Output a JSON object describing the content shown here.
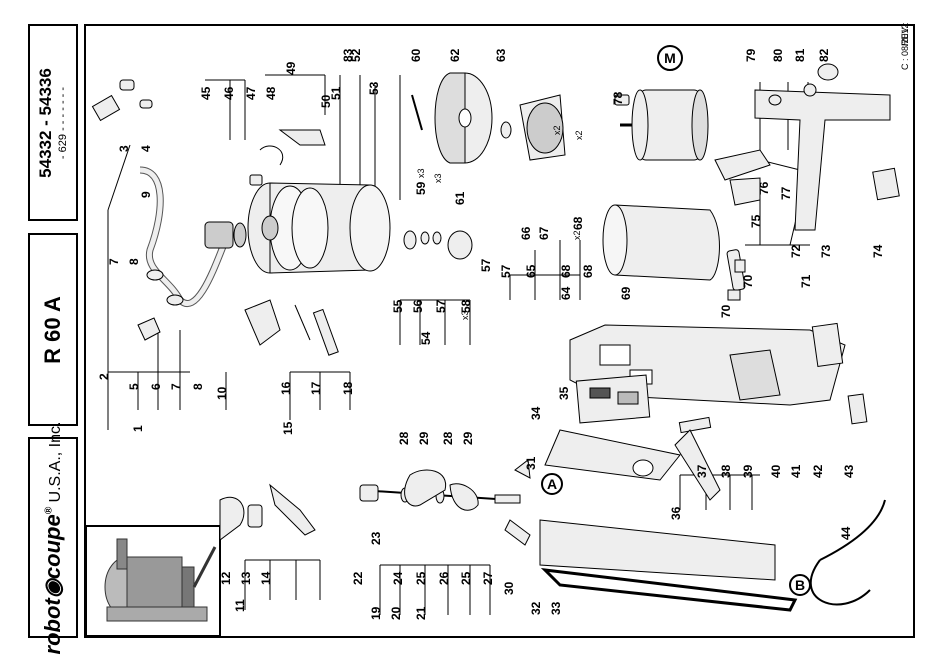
{
  "title_block": {
    "model_numbers": "54332 - 54336",
    "model_sub": "- 629 - - - - -   - -",
    "model_name": "R 60 A",
    "brand_name": "robot",
    "brand_name2": "coupe",
    "brand_suffix": "U.S.A., Inc."
  },
  "footer": {
    "date": "C : 08/2012",
    "rev": "REV :"
  },
  "callouts": {
    "A": "A",
    "B": "B",
    "M": "M"
  },
  "part_labels": {
    "p1": "1",
    "p2": "2",
    "p3": "3",
    "p4": "4",
    "p5": "5",
    "p6": "6",
    "p7a": "7",
    "p7b": "7",
    "p8a": "8",
    "p8b": "8",
    "p9": "9",
    "p10": "10",
    "p11": "11",
    "p12": "12",
    "p13": "13",
    "p14": "14",
    "p15": "15",
    "p16": "16",
    "p17": "17",
    "p18": "18",
    "p19": "19",
    "p20": "20",
    "p21": "21",
    "p22": "22",
    "p23": "23",
    "p24": "24",
    "p25a": "25",
    "p25b": "25",
    "p26": "26",
    "p27": "27",
    "p28a": "28",
    "p28b": "28",
    "p29a": "29",
    "p29b": "29",
    "p30": "30",
    "p31": "31",
    "p32": "32",
    "p33": "33",
    "p34": "34",
    "p35": "35",
    "p36": "36",
    "p37": "37",
    "p38": "38",
    "p39": "39",
    "p40": "40",
    "p41": "41",
    "p42": "42",
    "p43": "43",
    "p44": "44",
    "p45": "45",
    "p46": "46",
    "p47": "47",
    "p48": "48",
    "p49": "49",
    "p50": "50",
    "p51": "51",
    "p52": "52",
    "p53": "53",
    "p54": "54",
    "p55": "55",
    "p56": "56",
    "p57a": "57",
    "p57b": "57",
    "p57c": "57",
    "p58": "58",
    "p59": "59",
    "p60": "60",
    "p61": "61",
    "p62": "62",
    "p63": "63",
    "p64": "64",
    "p65": "65",
    "p66": "66",
    "p67": "67",
    "p68a": "68",
    "p68b": "68",
    "p68c": "68",
    "p69": "69",
    "p70a": "70",
    "p70b": "70",
    "p71": "71",
    "p72": "72",
    "p73": "73",
    "p74": "74",
    "p75": "75",
    "p76": "76",
    "p77": "77",
    "p78": "78",
    "p79": "79",
    "p80": "80",
    "p81": "81",
    "p82": "82",
    "p83": "83"
  },
  "quantity_marks": {
    "q59a": "x3",
    "q59b": "x3",
    "q58": "x3",
    "q68a": "x2",
    "q68b": "x2",
    "q68c": "x2"
  }
}
